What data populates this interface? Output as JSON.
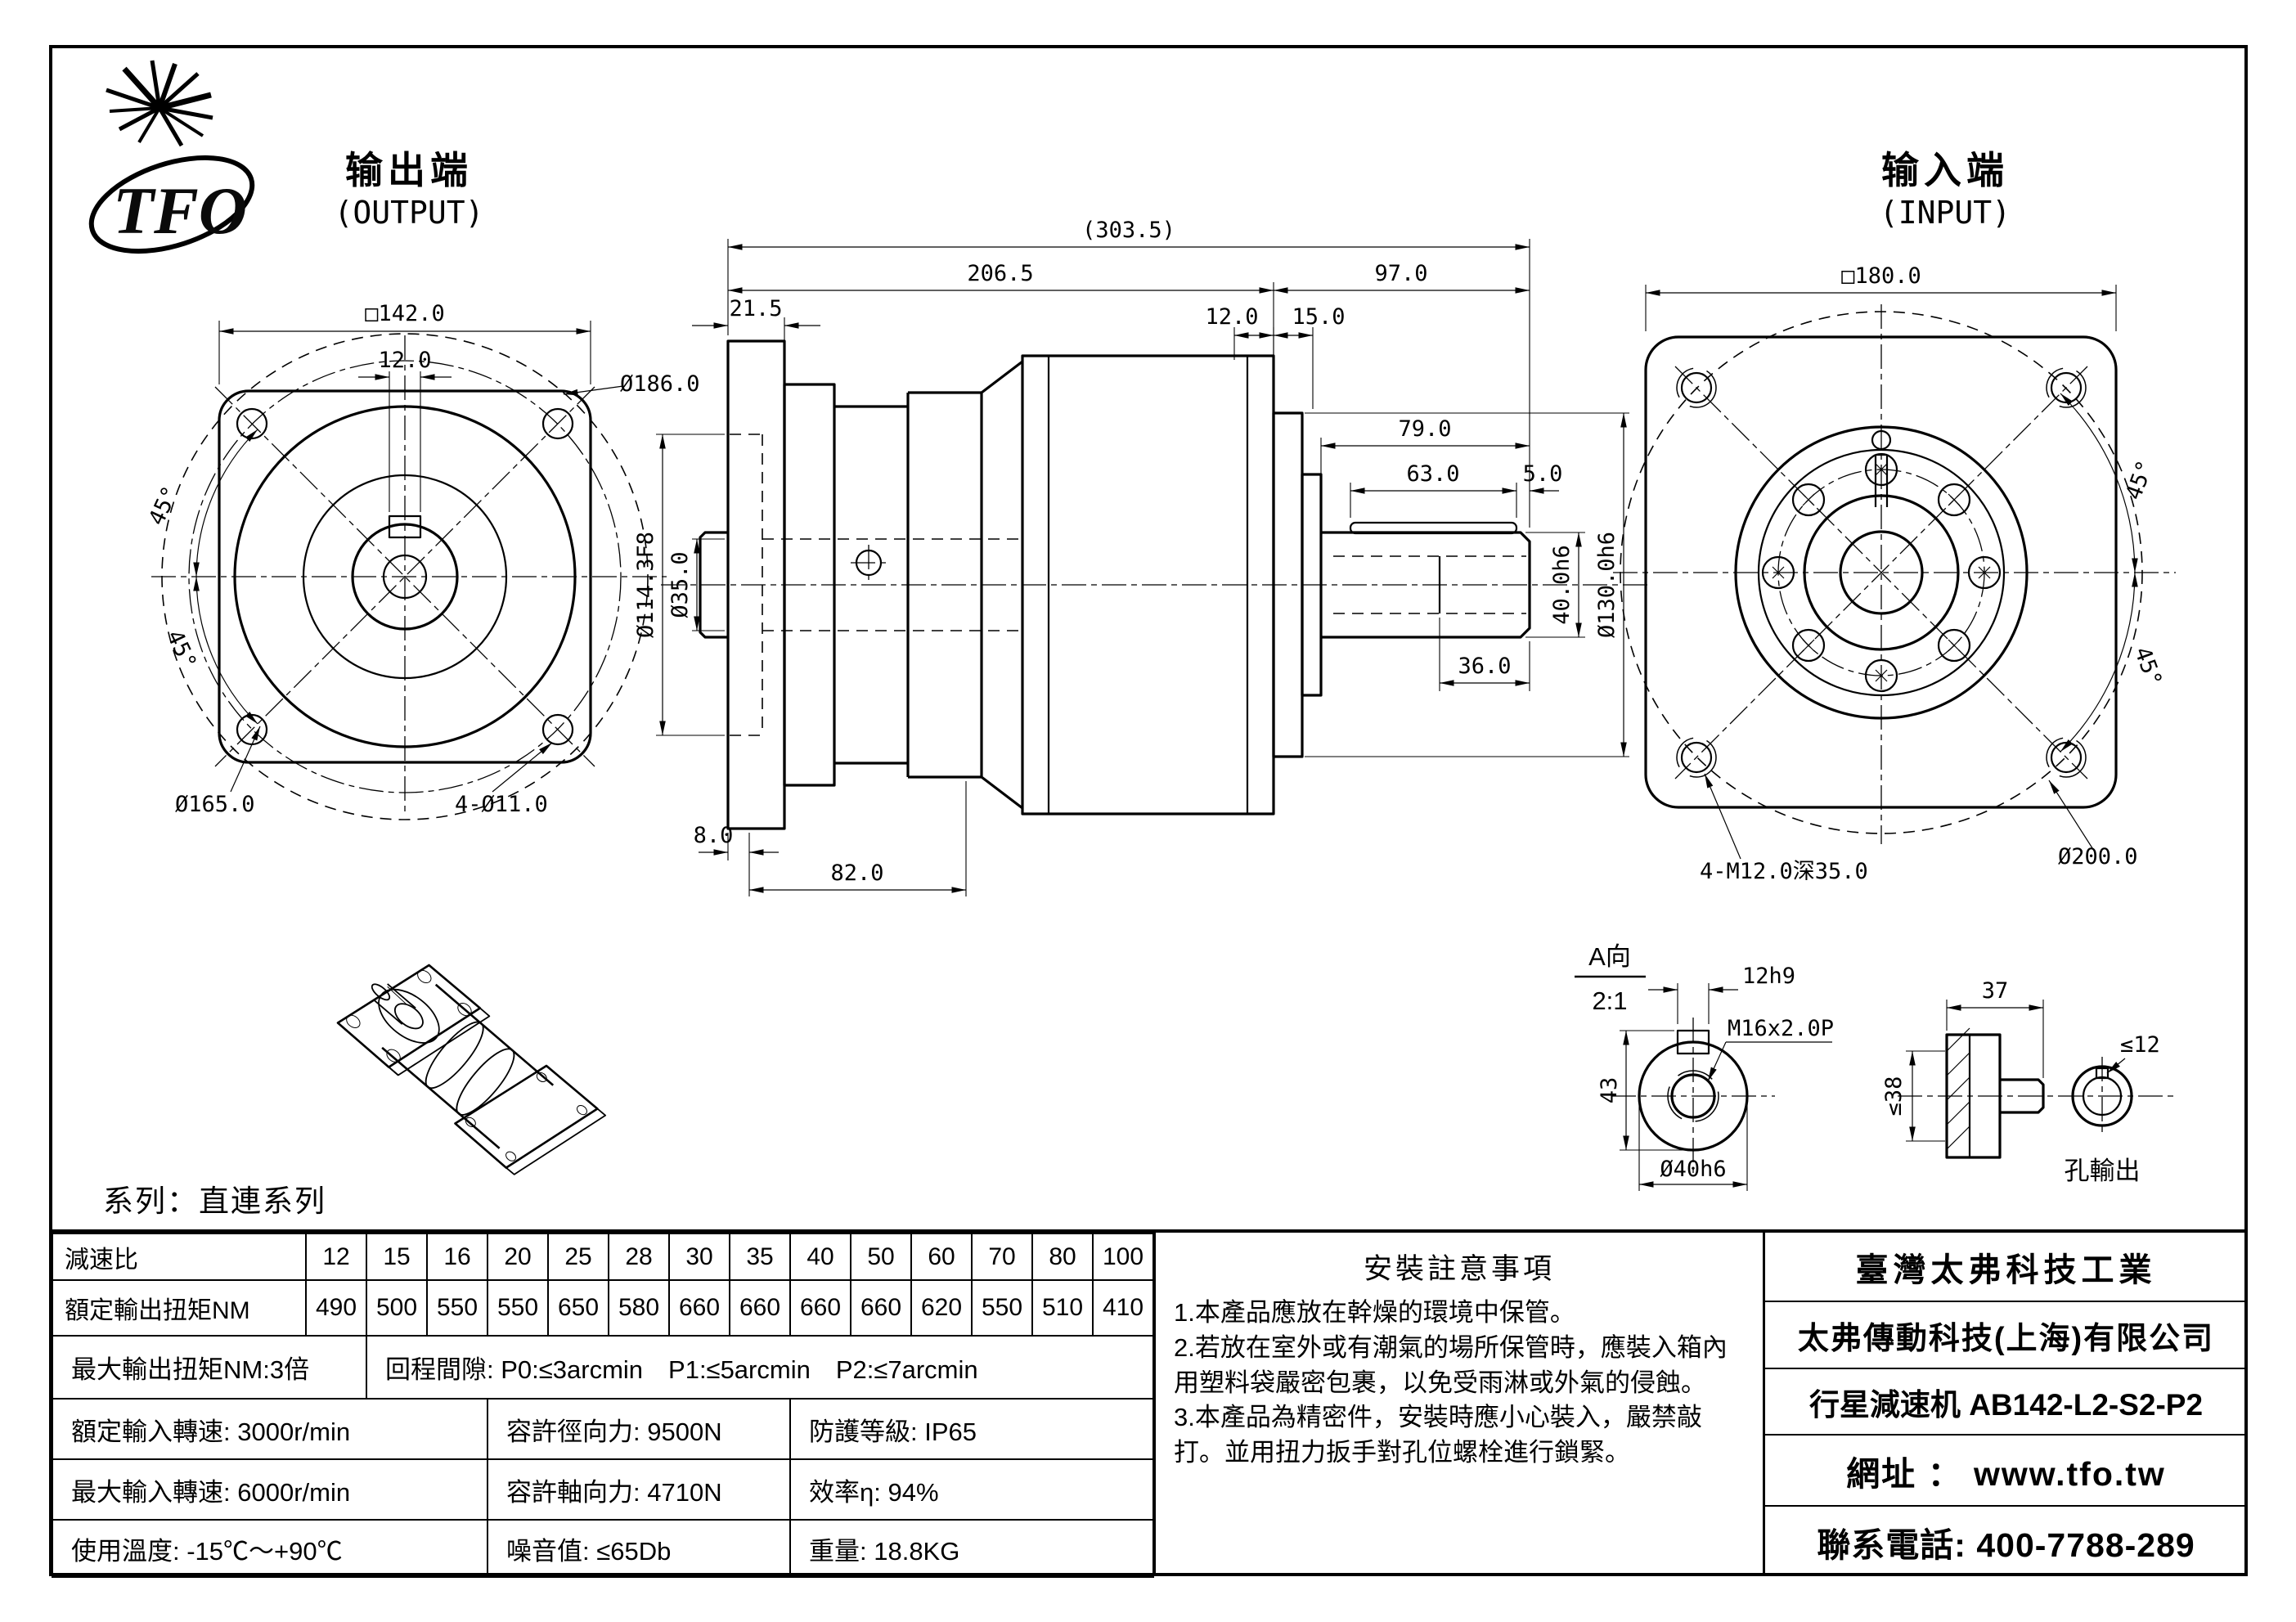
{
  "page": {
    "logo_text": "TFO",
    "output_cn": "输出端",
    "output_en": "(OUTPUT)",
    "input_cn": "输入端",
    "input_en": "(INPUT)",
    "series": "系列：直連系列"
  },
  "colors": {
    "line": "#000000",
    "background": "#ffffff"
  },
  "dims": {
    "ov_square": "□142.0",
    "ov_key": "12.0",
    "ov_d186": "Ø186.0",
    "ov_d165": "Ø165.0",
    "ov_holes": "4-Ø11.0",
    "ov_45a": "45°",
    "ov_45b": "45°",
    "sv_total": "(303.5)",
    "sv_body": "206.5",
    "sv_input": "97.0",
    "sv_215": "21.5",
    "sv_12": "12.0",
    "sv_15": "15.0",
    "sv_79": "79.0",
    "sv_63": "63.0",
    "sv_5": "5.0",
    "sv_d1143": "Ø114.3F8",
    "sv_d35": "Ø35.0",
    "sv_40h6": "40.0h6",
    "sv_d130": "Ø130.0h6",
    "sv_36": "36.0",
    "sv_8": "8.0",
    "sv_82": "82.0",
    "iv_square": "□180.0",
    "iv_45a": "45°",
    "iv_45b": "45°",
    "iv_d200": "Ø200.0",
    "iv_m12": "4-M12.0深35.0",
    "da_label": "A向",
    "da_scale": "2:1",
    "da_key": "12h9",
    "da_thread": "M16x2.0P",
    "da_43": "43",
    "da_d40": "Ø40h6",
    "db_37": "37",
    "db_38": "≤38",
    "db_12": "≤12",
    "db_label": "孔輸出"
  },
  "spec_table": {
    "ratio_label": "減速比",
    "ratios": [
      "12",
      "15",
      "16",
      "20",
      "25",
      "28",
      "30",
      "35",
      "40",
      "50",
      "60",
      "70",
      "80",
      "100"
    ],
    "torque_label": "額定輸出扭矩NM",
    "torques": [
      "490",
      "500",
      "550",
      "550",
      "650",
      "580",
      "660",
      "660",
      "660",
      "660",
      "620",
      "550",
      "510",
      "410"
    ],
    "max_torque": "最大輸出扭矩NM:3倍",
    "backlash": "回程間隙: P0:≤3arcmin　P1:≤5arcmin　P2:≤7arcmin",
    "cells": [
      [
        "額定輸入轉速: 3000r/min",
        "容許徑向力: 9500N",
        "防護等級: IP65"
      ],
      [
        "最大輸入轉速: 6000r/min",
        "容許軸向力: 4710N",
        "效率η: 94%"
      ],
      [
        "使用溫度: -15℃～+90℃",
        "噪音值: ≤65Db",
        "重量: 18.8KG"
      ]
    ]
  },
  "notes": {
    "title": "安裝註意事項",
    "items": [
      "1.本產品應放在幹燥的環境中保管。",
      "2.若放在室外或有潮氣的場所保管時，應裝入箱內用塑料袋嚴密包裹，以免受雨淋或外氣的侵蝕。",
      "3.本產品為精密件，安裝時應小心裝入，嚴禁敲打。並用扭力扳手對孔位螺栓進行鎖緊。"
    ]
  },
  "title_block": {
    "company_tw": "臺灣太弗科技工業",
    "company_sh": "太弗傳動科技(上海)有限公司",
    "product": "行星減速机 AB142-L2-S2-P2",
    "website": "網址 ： www.tfo.tw",
    "phone": "聯系電話: 400-7788-289"
  }
}
